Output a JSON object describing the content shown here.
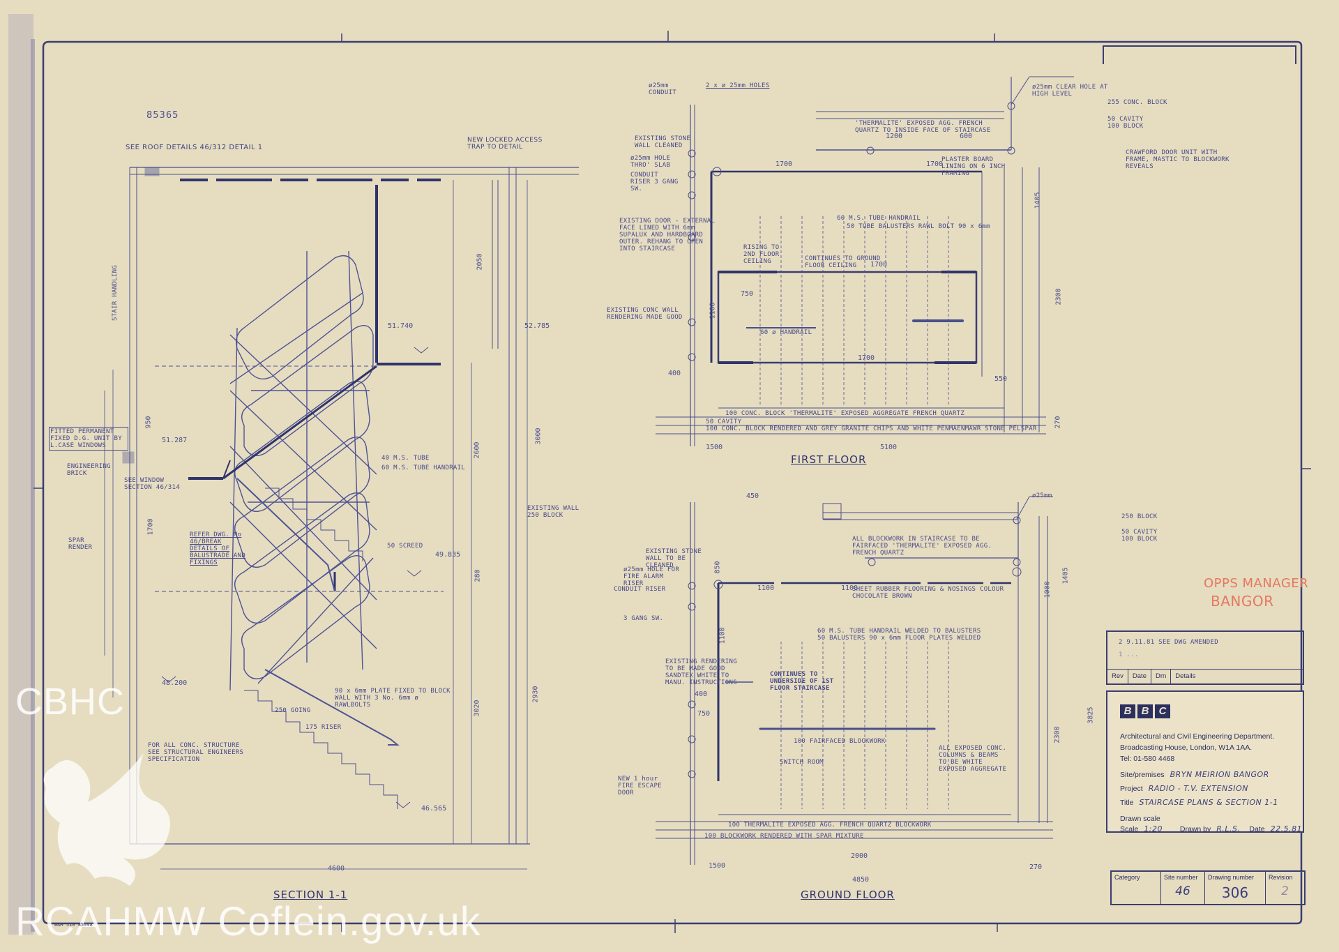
{
  "drawing": {
    "ref_code": "85365",
    "roof_note": "SEE ROOF DETAILS 46/312 DETAIL 1",
    "access_note": "NEW LOCKED ACCESS TRAP TO DETAIL",
    "views": {
      "section": "SECTION 1-1",
      "first_floor": "FIRST FLOOR",
      "ground_floor": "GROUND FLOOR"
    },
    "section_labels": {
      "handrail_40": "40 M.S. TUBE",
      "handrail_60": "60 M.S. TUBE HANDRAIL",
      "existing_wall": "EXISTING WALL 250 BLOCK",
      "screed": "50 SCREED",
      "repair": "REFER DWG. No 46/BREAK DETAILS OF BALUSTRADE AND FIXINGS",
      "window": "SEE WINDOW SECTION 46/314",
      "spar": "SPAR RENDER",
      "brick": "ENGINEERING BRICK",
      "fitted": "FITTED PERMANENT FIXED D.G. UNIT BY L.CASE WINDOWS",
      "plate": "90 x 6mm PLATE FIXED TO BLOCK WALL WITH 3 No. 6mm ø RAWLBOLTS",
      "going": "250 GOING",
      "riser": "175 RISER",
      "structure_note": "FOR ALL CONC. STRUCTURE SEE STRUCTURAL ENGINEERS SPECIFICATION",
      "stair_handling": "STAIR HANDLING",
      "levels": [
        "51.740",
        "52.785",
        "51.287",
        "49.835",
        "48.200",
        "46.565"
      ],
      "dims": [
        "4600",
        "3000",
        "2600",
        "2050",
        "1700",
        "3020",
        "2930",
        "950",
        "280"
      ]
    },
    "first_floor_labels": {
      "conduit": "ø25mm CONDUIT",
      "holes": "2 x ø 25mm HOLES",
      "clear_hole": "ø25mm CLEAR HOLE AT HIGH LEVEL",
      "stone_wall": "EXISTING STONE WALL CLEANED",
      "hole_slab": "ø25mm HOLE THRO' SLAB",
      "riser": "CONDUIT RISER 3 GANG SW.",
      "door": "EXISTING DOOR - EXTERNAL FACE LINED WITH 6mm SUPALUX AND HARDBOARD OUTER. REHANG TO OPEN INTO STAIRCASE",
      "conc_wall": "EXISTING CONC WALL RENDERING MADE GOOD",
      "thermalite": "'THERMALITE' EXPOSED AGG. FRENCH QUARTZ TO INSIDE FACE OF STAIRCASE",
      "plaster": "PLASTER BOARD LINING ON 6 INCH FRAMING",
      "crawford": "CRAWFORD DOOR UNIT WITH FRAME, MASTIC TO BLOCKWORK REVEALS",
      "block_255": "255 CONC. BLOCK",
      "cavity": "50 CAVITY",
      "block_100": "100 BLOCK",
      "handrail": "60 M.S. TUBE HANDRAIL",
      "balusters": "50 TUBE BALUSTERS RAWL BOLT 90 x 6mm",
      "rising": "RISING TO 2ND FLOOR CEILING",
      "continues": "CONTINUES TO GROUND FLOOR CEILING",
      "handrail_60": "60 ø HANDRAIL",
      "bottom_1": "100 CONC. BLOCK 'THERMALITE' EXPOSED AGGREGATE FRENCH QUARTZ",
      "bottom_2": "50 CAVITY",
      "bottom_3": "100 CONC. BLOCK RENDERED AND GREY GRANITE CHIPS AND WHITE PENMAENMAWR STONE PELSPAR",
      "dims": [
        "1700",
        "1700",
        "1700",
        "1700",
        "750",
        "1100",
        "400",
        "1500",
        "5100",
        "2300",
        "270",
        "1405",
        "600",
        "1200",
        "550"
      ]
    },
    "ground_floor_labels": {
      "conduit": "ø25mm",
      "block_250": "250 BLOCK",
      "cavity": "50 CAVITY",
      "block_100": "100 BLOCK",
      "stone_wall": "EXISTING STONE WALL TO BE CLEANED",
      "hole_fire": "ø25mm HOLE FOR FIRE ALARM RISER",
      "riser": "CONDUIT RISER",
      "gang": "3 GANG SW.",
      "blockwork": "ALL BLOCKWORK IN STAIRCASE TO BE FAIRFACED 'THERMALITE' EXPOSED AGG. FRENCH QUARTZ",
      "flooring": "SHEET RUBBER FLOORING & NOSINGS COLOUR CHOCOLATE BROWN",
      "handrail": "60 M.S. TUBE HANDRAIL WELDED TO BALUSTERS",
      "balusters": "50 BALUSTERS 90 x 6mm FLOOR PLATES WELDED",
      "rendering": "EXISTING RENDERING TO BE MADE GOOD SANDTEX WHITE TO MANU. INSTRUCTIONS",
      "continues": "CONTINUES TO UNDERSIDE OF 1ST FLOOR STAIRCASE",
      "switch": "SWITCH ROOM",
      "blockwork_100": "100 FAIRFACED BLOCKWORK",
      "fire_door": "NEW 1 hour FIRE ESCAPE DOOR",
      "exposed": "ALL EXPOSED CONC. COLUMNS & BEAMS TO BE WHITE EXPOSED AGGREGATE",
      "bottom_1": "100 THERMALITE EXPOSED AGG. FRENCH QUARTZ BLOCKWORK",
      "bottom_2": "100 BLOCKWORK RENDERED WITH SPAR MIXTURE",
      "dims": [
        "450",
        "1100",
        "1100",
        "1100",
        "750",
        "850",
        "400",
        "1500",
        "4850",
        "2000",
        "270",
        "2300",
        "3825",
        "1000",
        "1405"
      ]
    },
    "red_note": [
      "OPPS MANAGER",
      "BANGOR"
    ]
  },
  "revisions": {
    "entries": [
      "2  9.11.81  SEE DWG AMENDED",
      "1  ..."
    ],
    "headers": [
      "Rev",
      "Date",
      "Drn",
      "Details"
    ]
  },
  "title_block": {
    "logo": [
      "B",
      "B",
      "C"
    ],
    "department": "Architectural and Civil Engineering Department.",
    "address": "Broadcasting House, London, W1A 1AA.",
    "tel": "Tel: 01-580 4468",
    "site_label": "Site/premises",
    "site": "BRYN MEIRION BANGOR",
    "project_label": "Project",
    "project": "RADIO - T.V. EXTENSION",
    "title_label": "Title",
    "title": "STAIRCASE PLANS & SECTION 1-1",
    "drawn_scale_label": "Drawn scale",
    "scale_label": "Scale",
    "scale": "1:20",
    "drawn_by_label": "Drawn by",
    "drawn_by": "R.L.S.",
    "date_label": "Date",
    "date": "22.5.81"
  },
  "category_table": {
    "headers": [
      "Category",
      "Site number",
      "Drawing number",
      "Revision"
    ],
    "values": [
      "",
      "46",
      "306",
      "2"
    ]
  },
  "watermarks": {
    "cbhc": "CBHC",
    "rcahmw": "RCAHMW  Coflein.gov.uk"
  },
  "printer": "B&H 510 85998"
}
